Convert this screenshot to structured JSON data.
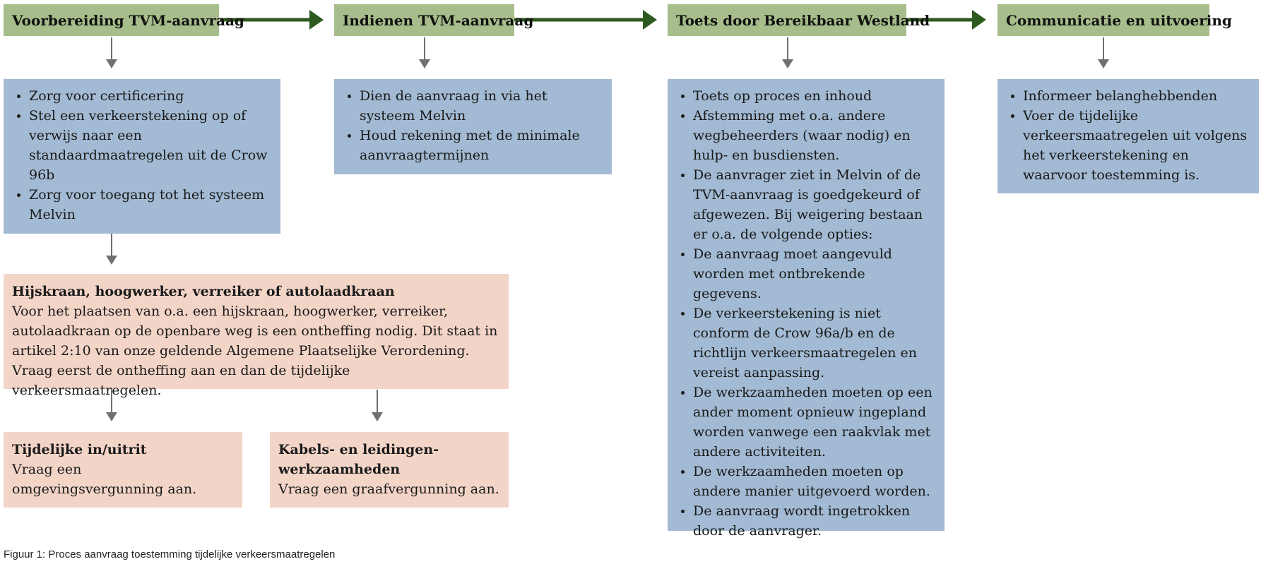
{
  "steps": [
    {
      "title": "Voorbereiding TVM-aanvraag"
    },
    {
      "title": "Indienen TVM-aanvraag"
    },
    {
      "title": "Toets door Bereikbaar Westland"
    },
    {
      "title": "Communicatie en uitvoering"
    }
  ],
  "details": {
    "prep": {
      "items": [
        "Zorg voor certificering",
        "Stel een verkeerstekening op of verwijs naar een standaardmaatregelen uit de Crow 96b",
        "Zorg voor toegang tot het systeem Melvin"
      ]
    },
    "submit": {
      "items": [
        "Dien de aanvraag in via het systeem Melvin",
        "Houd rekening met de minimale aanvraagtermijnen"
      ]
    },
    "review": {
      "items": [
        "Toets op proces en inhoud",
        "Afstemming met o.a. andere wegbeheerders (waar nodig) en hulp- en busdiensten.",
        "De aanvrager ziet in Melvin of de TVM-aanvraag is goedgekeurd of afgewezen. Bij weigering bestaan er o.a. de volgende  opties:",
        "De aanvraag moet aangevuld worden met ontbrekende gegevens.",
        "De verkeerstekening is niet conform de Crow 96a/b en de richtlijn verkeersmaatregelen en vereist aanpassing.",
        "De werkzaamheden moeten op een ander moment opnieuw ingepland worden vanwege een raakvlak met andere activiteiten.",
        "De werkzaamheden moeten op andere manier uitgevoerd worden.",
        "De aanvraag wordt ingetrokken door de aanvrager."
      ]
    },
    "comm": {
      "items": [
        "Informeer belanghebbenden",
        "Voer de tijdelijke verkeersmaatregelen uit volgens het verkeerstekening en waarvoor toestemming is."
      ]
    }
  },
  "crane": {
    "title": "Hijskraan, hoogwerker, verreiker of autolaadkraan",
    "text": "Voor het plaatsen van o.a. een hijskraan, hoogwerker, verreiker, autolaadkraan op de openbare weg is een ontheffing nodig. Dit staat in artikel 2:10 van onze geldende Algemene Plaatselijke Verordening. Vraag eerst de ontheffing aan en dan de tijdelijke verkeersmaatregelen."
  },
  "entrance": {
    "title": "Tijdelijke in/uitrit",
    "text": "Vraag een omgevingsvergunning aan."
  },
  "cables": {
    "title": "Kabels- en leidingen-werkzaamheden",
    "text": "Vraag een graafvergunning aan."
  },
  "caption": "Figuur 1: Proces aanvraag toestemming tijdelijke verkeersmaatregelen",
  "colors": {
    "header_bg": "#a7bd8b",
    "arrow_green": "#2e5a1f",
    "detail_bg": "#a2bad3",
    "note_bg": "#f3d5c8",
    "arrow_gray": "#707070"
  }
}
